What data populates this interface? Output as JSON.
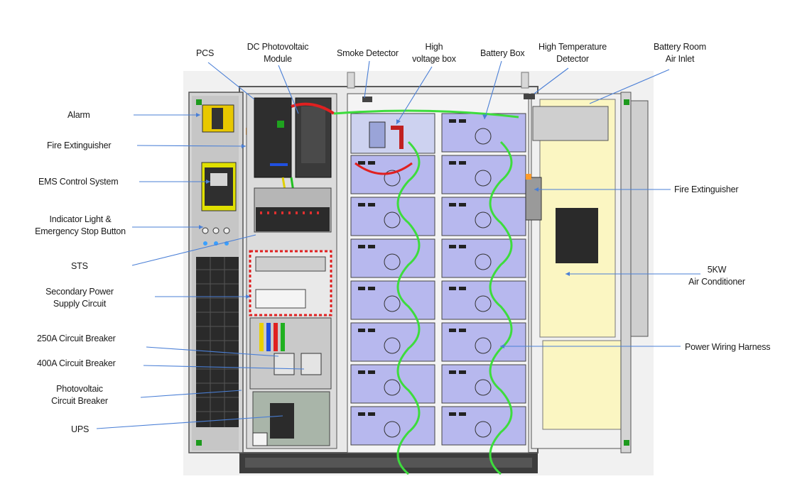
{
  "labels": {
    "pcs": "PCS",
    "dc_pv_module_1": "DC Photovoltaic",
    "dc_pv_module_2": "Module",
    "smoke_detector": "Smoke Detector",
    "high_voltage_box_1": "High",
    "high_voltage_box_2": "voltage box",
    "battery_box": "Battery Box",
    "high_temp_detector_1": "High Temperature",
    "high_temp_detector_2": "Detector",
    "battery_room_air_inlet_1": "Battery Room",
    "battery_room_air_inlet_2": "Air Inlet",
    "alarm": "Alarm",
    "fire_extinguisher_left": "Fire Extinguisher",
    "ems_control_system": "EMS Control System",
    "indicator_light_1": "Indicator Light &",
    "indicator_light_2": "Emergency Stop Button",
    "sts": "STS",
    "secondary_power_1": "Secondary Power",
    "secondary_power_2": "Supply Circuit",
    "breaker_250a": "250A Circuit Breaker",
    "breaker_400a": "400A Circuit Breaker",
    "pv_breaker_1": "Photovoltaic",
    "pv_breaker_2": "Circuit Breaker",
    "ups": "UPS",
    "fire_extinguisher_right": "Fire Extinguisher",
    "air_conditioner_1": "5KW",
    "air_conditioner_2": "Air Conditioner",
    "power_wiring_harness": "Power Wiring Harness"
  },
  "colors": {
    "leader_line": "#4a7fd6",
    "battery_module": "#b7b8ee",
    "cabinet_frame": "#9a9a9a",
    "side_panel_yellow": "#fbf6c2",
    "wiring_green": "#3ddc3d",
    "wiring_red": "#e02020"
  }
}
